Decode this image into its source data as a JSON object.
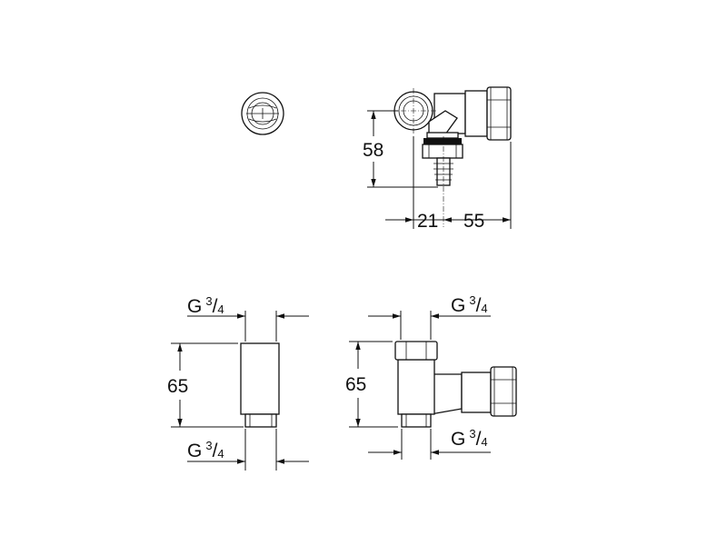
{
  "dimensions": {
    "height_top": "58",
    "offset_left": "21",
    "offset_right": "55",
    "height_left": "65",
    "height_right": "65"
  },
  "threads": {
    "prefix": "G",
    "numerator": "3",
    "slash": "/",
    "denominator": "4"
  }
}
